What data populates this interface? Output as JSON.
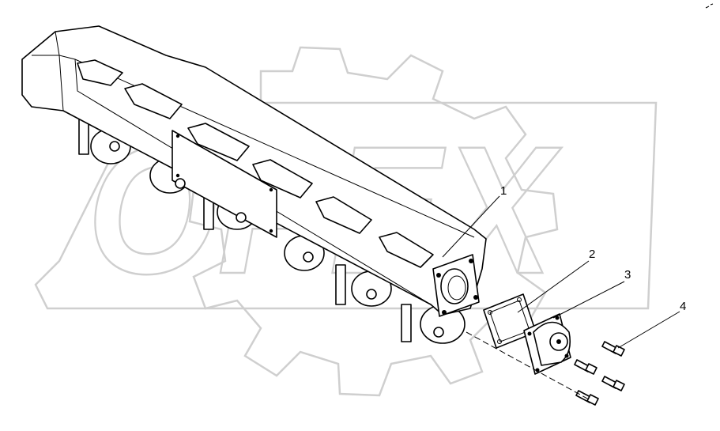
{
  "watermark": {
    "text": "OPEX"
  },
  "callouts": [
    {
      "label": "1"
    },
    {
      "label": "2"
    },
    {
      "label": "3"
    },
    {
      "label": "4"
    }
  ],
  "icons": [
    "watermark-gear-icon"
  ]
}
